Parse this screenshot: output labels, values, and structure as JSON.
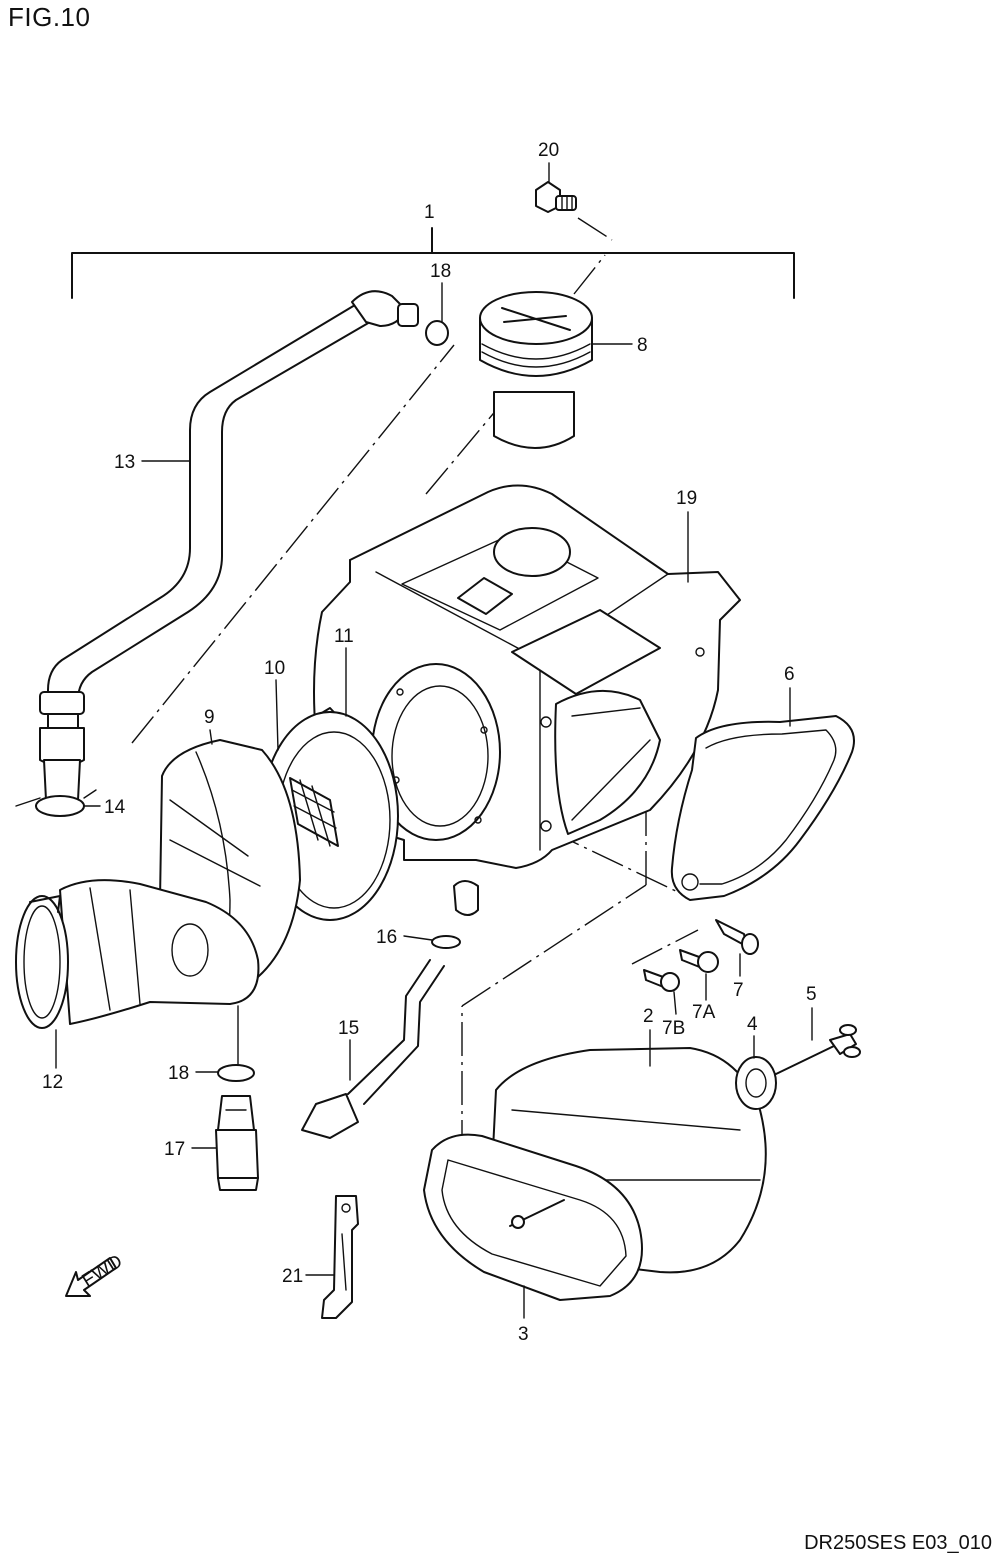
{
  "figure": {
    "title": "FIG.10",
    "code": "DR250SES E03_010"
  },
  "fwd_mark": "FWD",
  "callouts": [
    {
      "id": "p1",
      "text": "1"
    },
    {
      "id": "p2",
      "text": "2"
    },
    {
      "id": "p3",
      "text": "3"
    },
    {
      "id": "p4",
      "text": "4"
    },
    {
      "id": "p5",
      "text": "5"
    },
    {
      "id": "p6",
      "text": "6"
    },
    {
      "id": "p7",
      "text": "7"
    },
    {
      "id": "p7a",
      "text": "7A"
    },
    {
      "id": "p7b",
      "text": "7B"
    },
    {
      "id": "p8",
      "text": "8"
    },
    {
      "id": "p9",
      "text": "9"
    },
    {
      "id": "p10",
      "text": "10"
    },
    {
      "id": "p11",
      "text": "11"
    },
    {
      "id": "p12",
      "text": "12"
    },
    {
      "id": "p13",
      "text": "13"
    },
    {
      "id": "p14",
      "text": "14"
    },
    {
      "id": "p15",
      "text": "15"
    },
    {
      "id": "p16",
      "text": "16"
    },
    {
      "id": "p17",
      "text": "17"
    },
    {
      "id": "p18a",
      "text": "18"
    },
    {
      "id": "p18b",
      "text": "18"
    },
    {
      "id": "p19",
      "text": "19"
    },
    {
      "id": "p20",
      "text": "20"
    },
    {
      "id": "p21",
      "text": "21"
    }
  ]
}
